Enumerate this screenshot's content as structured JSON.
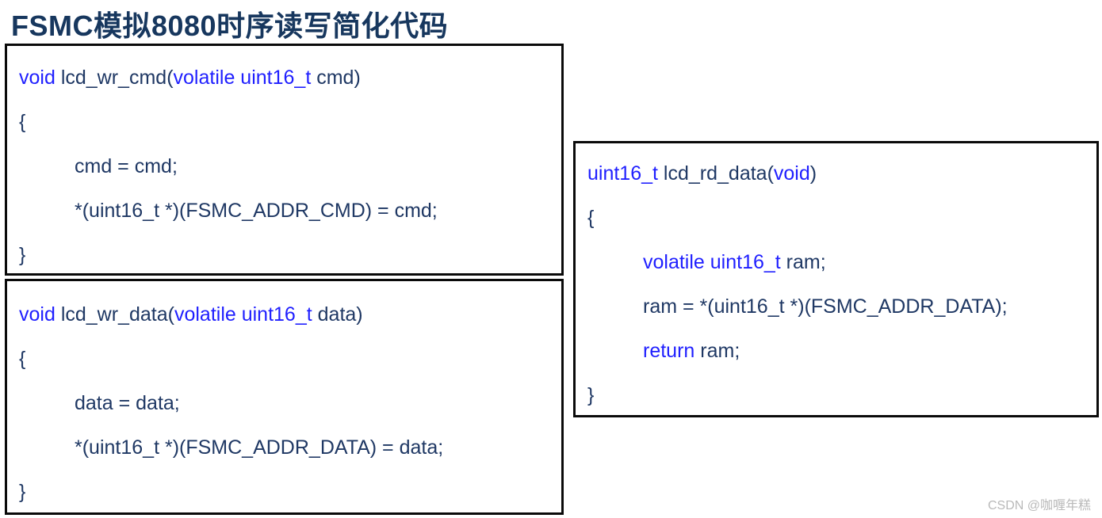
{
  "title": {
    "text": "FSMC模拟8080时序读写简化代码"
  },
  "watermark": {
    "text": "CSDN @咖喱年糕"
  },
  "colors": {
    "keyword_blue": "#1f1fff",
    "code_navy": "#1f3864",
    "title_navy": "#17375e",
    "box_border": "#0a0a0a",
    "watermark_gray": "#b9b9b9",
    "background": "#ffffff"
  },
  "code_boxes": [
    {
      "id": "lcd_wr_cmd",
      "lines": [
        {
          "indent": 0,
          "tokens": [
            {
              "t": "void",
              "c": "kw"
            },
            {
              "t": " lcd_wr_cmd(",
              "c": "id"
            },
            {
              "t": "volatile uint16_t",
              "c": "kw"
            },
            {
              "t": " cmd)",
              "c": "id"
            }
          ]
        },
        {
          "indent": 0,
          "tokens": [
            {
              "t": "{",
              "c": "id"
            }
          ]
        },
        {
          "indent": 1,
          "tokens": [
            {
              "t": "cmd = cmd;",
              "c": "id"
            }
          ]
        },
        {
          "indent": 1,
          "tokens": [
            {
              "t": "*(uint16_t *)(FSMC_ADDR_CMD) = cmd;",
              "c": "id"
            }
          ]
        },
        {
          "indent": 0,
          "tokens": [
            {
              "t": "}",
              "c": "id"
            }
          ]
        }
      ]
    },
    {
      "id": "lcd_wr_data",
      "lines": [
        {
          "indent": 0,
          "tokens": [
            {
              "t": "void",
              "c": "kw"
            },
            {
              "t": " lcd_wr_data(",
              "c": "id"
            },
            {
              "t": "volatile uint16_t",
              "c": "kw"
            },
            {
              "t": " data)",
              "c": "id"
            }
          ]
        },
        {
          "indent": 0,
          "tokens": [
            {
              "t": "{",
              "c": "id"
            }
          ]
        },
        {
          "indent": 1,
          "tokens": [
            {
              "t": "data = data;",
              "c": "id"
            }
          ]
        },
        {
          "indent": 1,
          "tokens": [
            {
              "t": "*(uint16_t *)(FSMC_ADDR_DATA) = data;",
              "c": "id"
            }
          ]
        },
        {
          "indent": 0,
          "tokens": [
            {
              "t": "}",
              "c": "id"
            }
          ]
        }
      ]
    },
    {
      "id": "lcd_rd_data",
      "lines": [
        {
          "indent": 0,
          "tokens": [
            {
              "t": "uint16_t",
              "c": "kw"
            },
            {
              "t": " lcd_rd_data(",
              "c": "id"
            },
            {
              "t": "void",
              "c": "kw"
            },
            {
              "t": ")",
              "c": "id"
            }
          ]
        },
        {
          "indent": 0,
          "tokens": [
            {
              "t": "{",
              "c": "id"
            }
          ]
        },
        {
          "indent": 1,
          "tokens": [
            {
              "t": "volatile uint16_t",
              "c": "kw"
            },
            {
              "t": " ram;",
              "c": "id"
            }
          ]
        },
        {
          "indent": 1,
          "tokens": [
            {
              "t": "ram = *(uint16_t *)(FSMC_ADDR_DATA);",
              "c": "id"
            }
          ]
        },
        {
          "indent": 1,
          "tokens": [
            {
              "t": "return",
              "c": "kw"
            },
            {
              "t": " ram;",
              "c": "id"
            }
          ]
        },
        {
          "indent": 0,
          "tokens": [
            {
              "t": "}",
              "c": "id"
            }
          ]
        }
      ]
    }
  ]
}
